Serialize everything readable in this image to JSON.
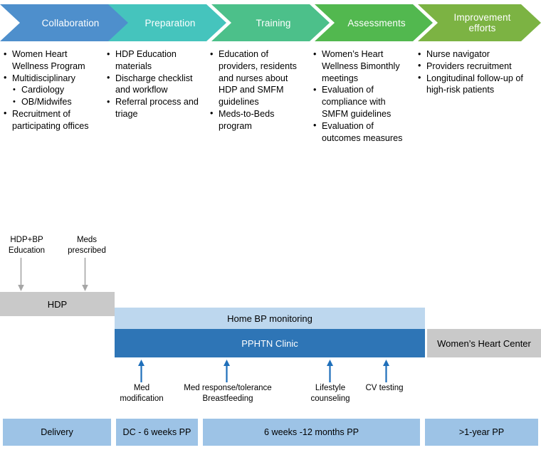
{
  "process_band": {
    "steps": [
      {
        "label": "Collaboration",
        "color": "#4e8fcc"
      },
      {
        "label": "Preparation",
        "color": "#45c4bd"
      },
      {
        "label": "Training",
        "color": "#4cc08a"
      },
      {
        "label": "Assessments",
        "color": "#52b84f"
      },
      {
        "label": "Improvement\nefforts",
        "color": "#7cb343"
      }
    ]
  },
  "columns": [
    {
      "name": "collaboration",
      "items": [
        {
          "text": "Women Heart Wellness Program",
          "level": 1
        },
        {
          "text": "Multidisciplinary",
          "level": 1
        },
        {
          "text": "Cardiology",
          "level": 2
        },
        {
          "text": "OB/Midwifes",
          "level": 2
        },
        {
          "text": "Recruitment of participating offices",
          "level": 1
        }
      ]
    },
    {
      "name": "preparation",
      "items": [
        {
          "text": "HDP Education materials",
          "level": 1
        },
        {
          "text": "Discharge checklist and workflow",
          "level": 1
        },
        {
          "text": "Referral process and triage",
          "level": 1
        }
      ]
    },
    {
      "name": "training",
      "items": [
        {
          "text": "Education of providers, residents and nurses about HDP and SMFM guidelines",
          "level": 1
        },
        {
          "text": "Meds-to-Beds program",
          "level": 1
        }
      ]
    },
    {
      "name": "assessments",
      "items": [
        {
          "text": "Women’s Heart Wellness Bimonthly meetings",
          "level": 1
        },
        {
          "text": "Evaluation of compliance with SMFM guidelines",
          "level": 1
        },
        {
          "text": "Evaluation of outcomes measures",
          "level": 1
        }
      ]
    },
    {
      "name": "improvement-efforts",
      "items": [
        {
          "text": "Nurse navigator",
          "level": 1
        },
        {
          "text": "Providers recruitment",
          "level": 1
        },
        {
          "text": "Longitudinal follow-up of high-risk patients",
          "level": 1
        }
      ]
    }
  ],
  "timeline": {
    "top_notes": [
      {
        "text": "HDP+BP\nEducation",
        "arrow": "down-arrow-gray"
      },
      {
        "text": "Meds\nprescribed",
        "arrow": "down-arrow-gray"
      }
    ],
    "bars": {
      "hdp": "HDP",
      "home_bp": "Home BP monitoring",
      "pphtn": "PPHTN Clinic",
      "whc": "Women’s Heart Center"
    },
    "annotations": [
      {
        "text": "Med\nmodification",
        "arrow": "up-arrow-blue"
      },
      {
        "text": "Med response/tolerance\nBreastfeeding",
        "arrow": "up-arrow-blue"
      },
      {
        "text": "Lifestyle\ncounseling",
        "arrow": "up-arrow-blue"
      },
      {
        "text": "CV testing",
        "arrow": "up-arrow-blue"
      }
    ],
    "periods": [
      "Delivery",
      "DC - 6 weeks PP",
      "6 weeks -12 months PP",
      ">1-year PP"
    ]
  },
  "colors": {
    "gray_bar": "#c9c9c9",
    "light_blue_bar": "#bdd7ee",
    "dark_blue_bar": "#2e75b6",
    "period_bar": "#9dc3e6",
    "arrow_blue": "#1f6fba",
    "arrow_gray": "#a6a6a6"
  }
}
